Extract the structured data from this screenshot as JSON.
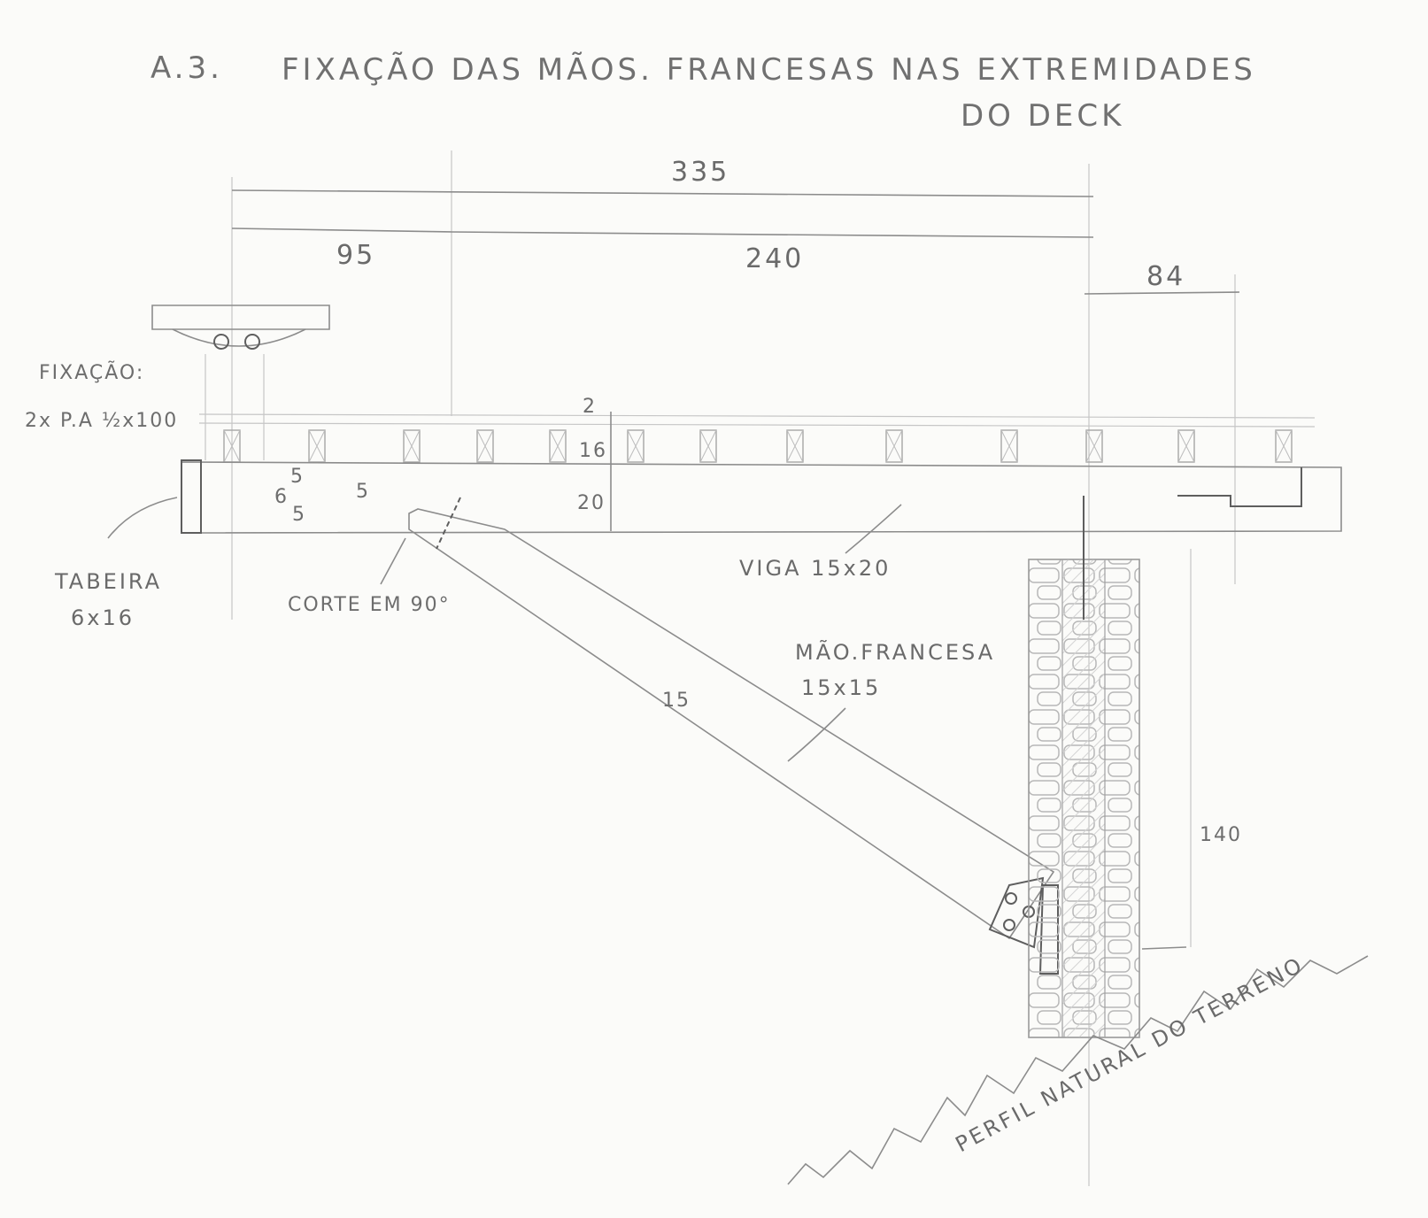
{
  "title": {
    "number": "A.3.",
    "line1": "FIXAÇÃO DAS MÃOS. FRANCESAS NAS EXTREMIDADES",
    "line2": "DO DECK"
  },
  "dimensions": {
    "total": "335",
    "left_span": "95",
    "mid_span": "240",
    "overhang": "84",
    "deck_thickness": "2",
    "joist_height": "16",
    "beam_height": "20",
    "tabeira_top": "5",
    "tabeira_mid": "6",
    "tabeira_bottom": "5",
    "cut_offset": "5",
    "brace_width": "15",
    "post_height": "140"
  },
  "labels": {
    "fixacao_title": "FIXAÇÃO:",
    "fixacao_spec": "2x P.A ½x100",
    "tabeira_name": "TABEIRA",
    "tabeira_size": "6x16",
    "corte": "CORTE EM 90°",
    "viga": "VIGA 15x20",
    "mao_francesa_name": "MÃO.FRANCESA",
    "mao_francesa_size": "15x15",
    "terreno": "PERFIL NATURAL DO TERRENO"
  }
}
